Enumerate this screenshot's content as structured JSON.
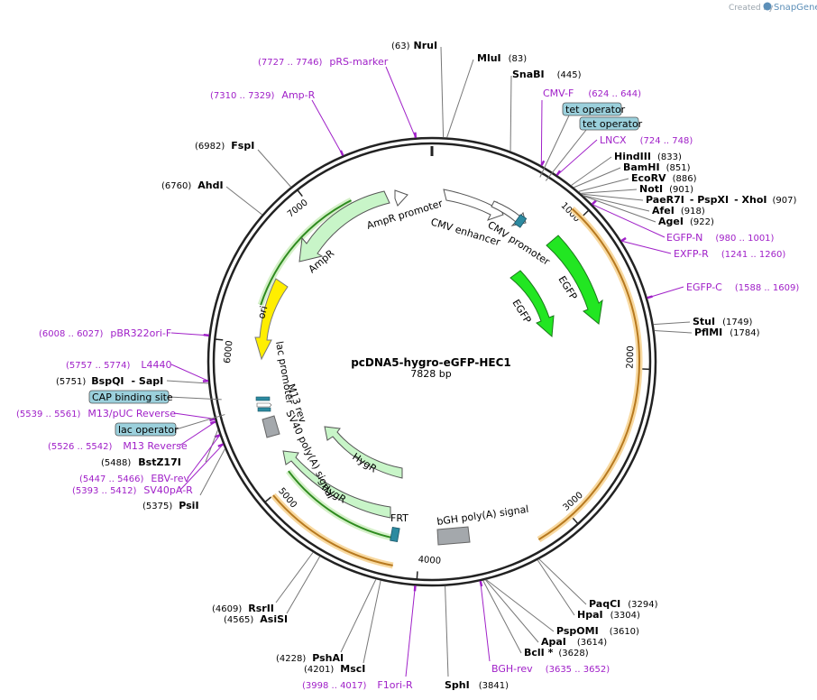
{
  "credit": {
    "prefix": "Created by",
    "brand": "SnapGene"
  },
  "plasmid": {
    "name": "pcDNA5-hygro-eGFP-HEC1",
    "length": "7828 bp"
  },
  "ruler": [
    "1000",
    "2000",
    "3000",
    "4000",
    "5000",
    "6000",
    "7000"
  ],
  "restriction_sites": [
    {
      "name": "NruI",
      "pos": "(63)"
    },
    {
      "name": "MluI",
      "pos": "(83)"
    },
    {
      "name": "SnaBI",
      "pos": "(445)"
    },
    {
      "name": "HindIII",
      "pos": "(833)"
    },
    {
      "name": "BamHI",
      "pos": "(851)"
    },
    {
      "name": "EcoRV",
      "pos": "(886)"
    },
    {
      "name": "NotI",
      "pos": "(901)"
    },
    {
      "name": "PaeR7I",
      "pos": ""
    },
    {
      "name": "- PspXI",
      "pos": ""
    },
    {
      "name": "- XhoI",
      "pos": "(907)"
    },
    {
      "name": "AfeI",
      "pos": "(918)"
    },
    {
      "name": "AgeI",
      "pos": "(922)"
    },
    {
      "name": "StuI",
      "pos": "(1749)"
    },
    {
      "name": "PflMI",
      "pos": "(1784)"
    },
    {
      "name": "PaqCI",
      "pos": "(3294)"
    },
    {
      "name": "HpaI",
      "pos": "(3304)"
    },
    {
      "name": "PspOMI",
      "pos": "(3610)"
    },
    {
      "name": "ApaI",
      "pos": "(3614)"
    },
    {
      "name": "BclI *",
      "pos": "(3628)"
    },
    {
      "name": "SphI",
      "pos": "(3841)"
    },
    {
      "name": "MscI",
      "pos": "(4201)"
    },
    {
      "name": "PshAI",
      "pos": "(4228)"
    },
    {
      "name": "AsiSI",
      "pos": "(4565)"
    },
    {
      "name": "RsrII",
      "pos": "(4609)"
    },
    {
      "name": "PsiI",
      "pos": "(5375)"
    },
    {
      "name": "BstZ17I",
      "pos": "(5488)"
    },
    {
      "name": "BspQI",
      "pos": "(5751)"
    },
    {
      "name": "- SapI",
      "pos": ""
    },
    {
      "name": "AhdI",
      "pos": "(6760)"
    },
    {
      "name": "FspI",
      "pos": "(6982)"
    }
  ],
  "primers": [
    {
      "name": "CMV-F",
      "pos": "(624 .. 644)"
    },
    {
      "name": "LNCX",
      "pos": "(724 .. 748)"
    },
    {
      "name": "EGFP-N",
      "pos": "(980 .. 1001)"
    },
    {
      "name": "EXFP-R",
      "pos": "(1241 .. 1260)"
    },
    {
      "name": "EGFP-C",
      "pos": "(1588 .. 1609)"
    },
    {
      "name": "BGH-rev",
      "pos": "(3635 .. 3652)"
    },
    {
      "name": "F1ori-R",
      "pos": "(3998 .. 4017)"
    },
    {
      "name": "SV40pA-R",
      "pos": "(5393 .. 5412)"
    },
    {
      "name": "EBV-rev",
      "pos": "(5447 .. 5466)"
    },
    {
      "name": "M13 Reverse",
      "pos": "(5526 .. 5542)"
    },
    {
      "name": "M13/pUC Reverse",
      "pos": "(5539 .. 5561)"
    },
    {
      "name": "L4440",
      "pos": "(5757 .. 5774)"
    },
    {
      "name": "pBR322ori-F",
      "pos": "(6008 .. 6027)"
    },
    {
      "name": "Amp-R",
      "pos": "(7310 .. 7329)"
    },
    {
      "name": "pRS-marker",
      "pos": "(7727 .. 7746)"
    }
  ],
  "boxed_features": [
    "tet operator",
    "tet operator",
    "CAP binding site",
    "lac operator"
  ],
  "features": {
    "cmv_enhancer": "CMV enhancer",
    "cmv_promoter": "CMV promoter",
    "egfp_1": "EGFP",
    "egfp_2": "EGFP",
    "bgh": "bGH poly(A) signal",
    "frt": "FRT",
    "hygr_1": "HygR",
    "hygr_2": "HygR",
    "sv40": "SV40 poly(A) signal",
    "m13rev": "M13 rev",
    "lac_promoter": "lac promoter",
    "ori": "ori",
    "ampr": "AmpR",
    "ampr_promoter": "AmpR promoter"
  },
  "colors": {
    "backbone": "#222222",
    "primer": "#a020c8",
    "egfp": "#22e622",
    "promoter": "#ffffff",
    "resistance": "#c8f5c8",
    "ori": "#ffee00",
    "terminator": "#a4a8ac",
    "operator_box": "#9bd0dc",
    "frt": "#2c8aa0",
    "orf_brown": "#b7791f",
    "orf_highlight": "#f8d9a0",
    "orf_green": "#2e8b1f",
    "orf_green_highlight": "#d4f0c8"
  }
}
